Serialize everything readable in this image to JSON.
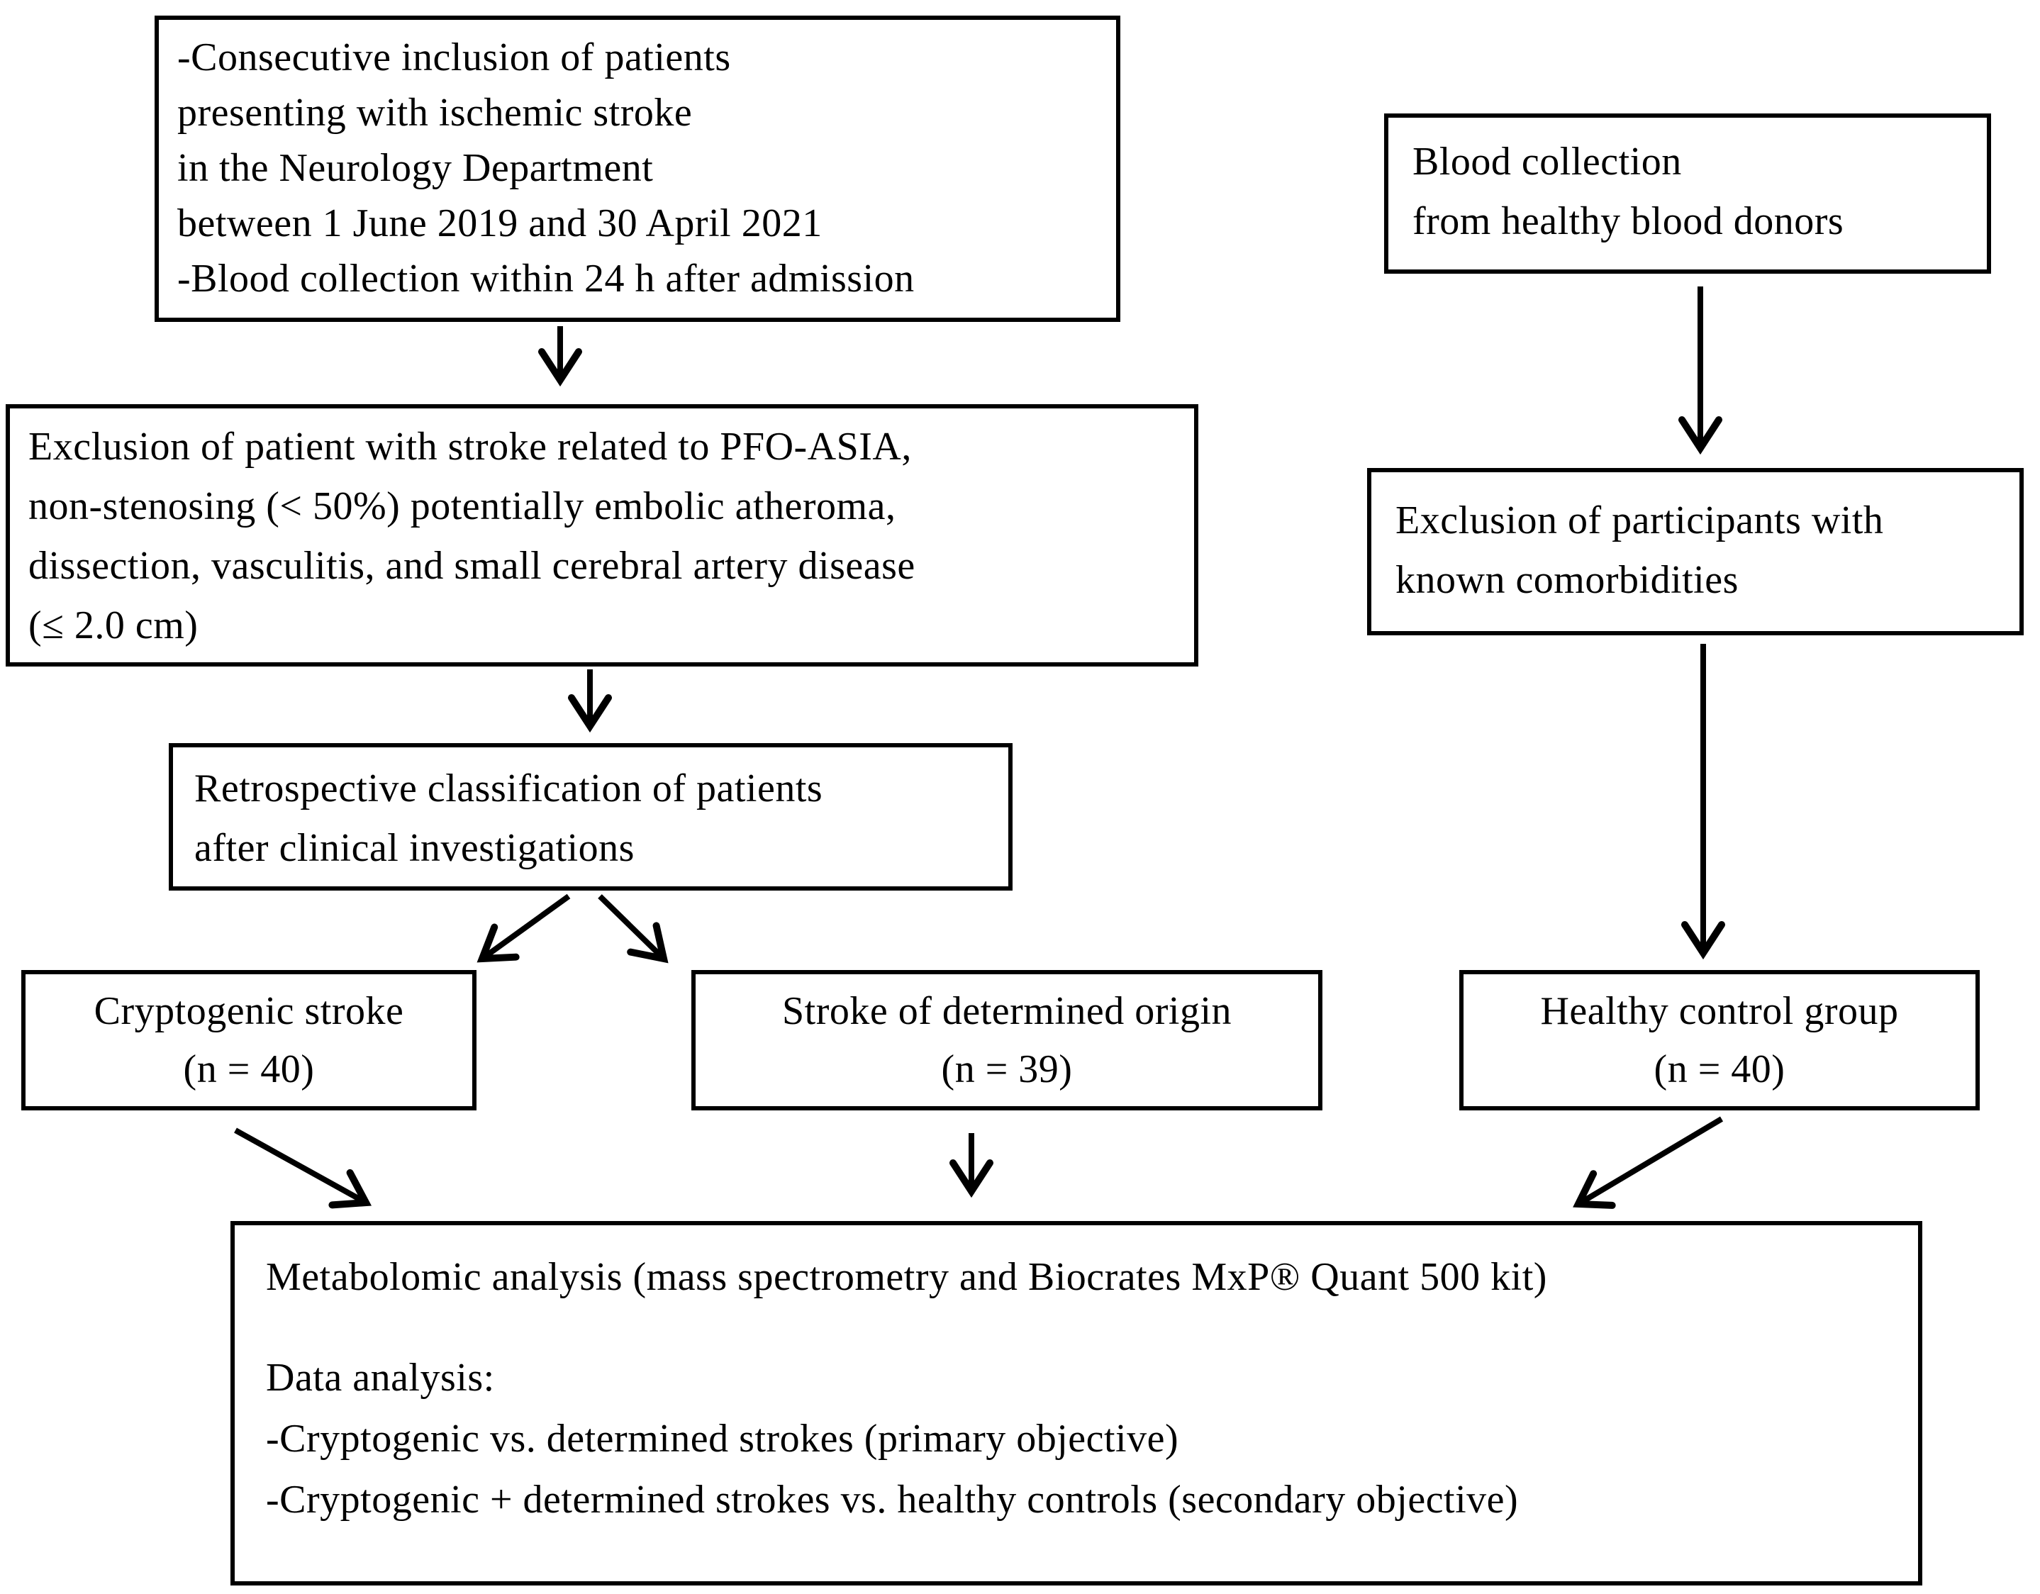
{
  "figure": {
    "type": "flowchart",
    "colors": {
      "ink": "#000000",
      "background": "#ffffff"
    }
  },
  "boxes": {
    "inclusion": {
      "lines": [
        "-Consecutive inclusion of patients",
        "presenting with ischemic stroke",
        "in the Neurology Department",
        "between 1 June 2019 and 30 April 2021",
        "-Blood collection within 24 h after admission"
      ]
    },
    "blood_collection": {
      "lines": [
        "Blood collection",
        "from healthy blood donors"
      ]
    },
    "exclusion_patients": {
      "lines": [
        "Exclusion of patient with stroke related to PFO-ASIA,",
        "non-stenosing (< 50%) potentially embolic atheroma,",
        "dissection, vasculitis, and small cerebral artery disease",
        "(≤ 2.0 cm)"
      ]
    },
    "exclusion_participants": {
      "lines": [
        "Exclusion of participants with",
        "known comorbidities"
      ]
    },
    "classification": {
      "lines": [
        "Retrospective classification of patients",
        "after clinical investigations"
      ]
    },
    "cryptogenic": {
      "lines": [
        "Cryptogenic stroke",
        "(n = 40)"
      ]
    },
    "determined": {
      "lines": [
        "Stroke of determined origin",
        "(n = 39)"
      ]
    },
    "healthy": {
      "lines": [
        "Healthy control group",
        "(n = 40)"
      ]
    },
    "analysis": {
      "lines": [
        "Metabolomic analysis (mass spectrometry and Biocrates MxP® Quant 500 kit)",
        "",
        "Data analysis:",
        "-Cryptogenic vs. determined strokes (primary objective)",
        "-Cryptogenic + determined strokes vs. healthy controls (secondary objective)"
      ]
    }
  }
}
